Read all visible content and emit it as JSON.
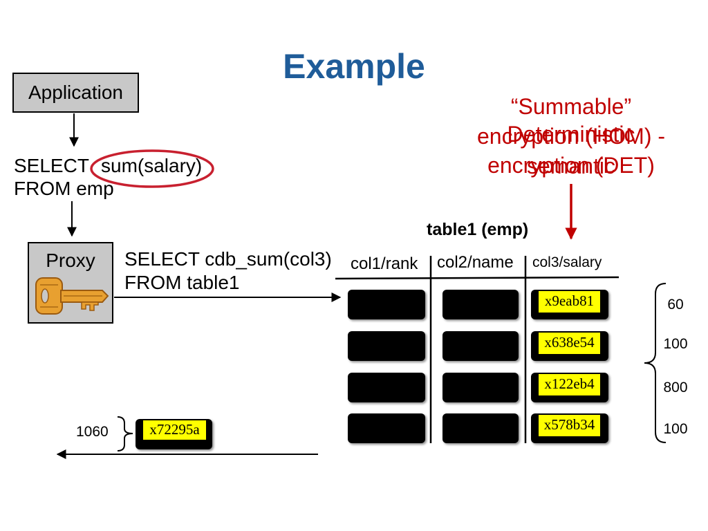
{
  "slide": {
    "title": "Example"
  },
  "application": {
    "label": "Application"
  },
  "client_query": {
    "select": "SELECT",
    "expr": "sum(salary)",
    "from": "FROM emp"
  },
  "proxy": {
    "label": "Proxy",
    "icon": "key-icon"
  },
  "rewritten_query": {
    "line1": "SELECT cdb_sum(col3)",
    "line2": "FROM table1"
  },
  "encryption_labels": {
    "hom": [
      "“Summable”",
      "encryption (HOM) -",
      "semantic"
    ],
    "det": [
      "Deterministic",
      "encryption (DET)"
    ]
  },
  "table": {
    "caption": "table1 (emp)",
    "columns": [
      "col1/rank",
      "col2/name",
      "col3/salary"
    ],
    "col3_ciphertexts": [
      "x9eab81",
      "x638e54",
      "x122eb4",
      "x578b34"
    ],
    "plaintext_values": [
      "60",
      "100",
      "800",
      "100"
    ]
  },
  "result": {
    "plaintext": "1060",
    "ciphertext": "x72295a"
  },
  "colors": {
    "title": "#1F5C99",
    "annotation": "#C00000",
    "highlight": "#FFFF00",
    "box_fill": "#C8C8C8",
    "key": "#E8A030"
  }
}
